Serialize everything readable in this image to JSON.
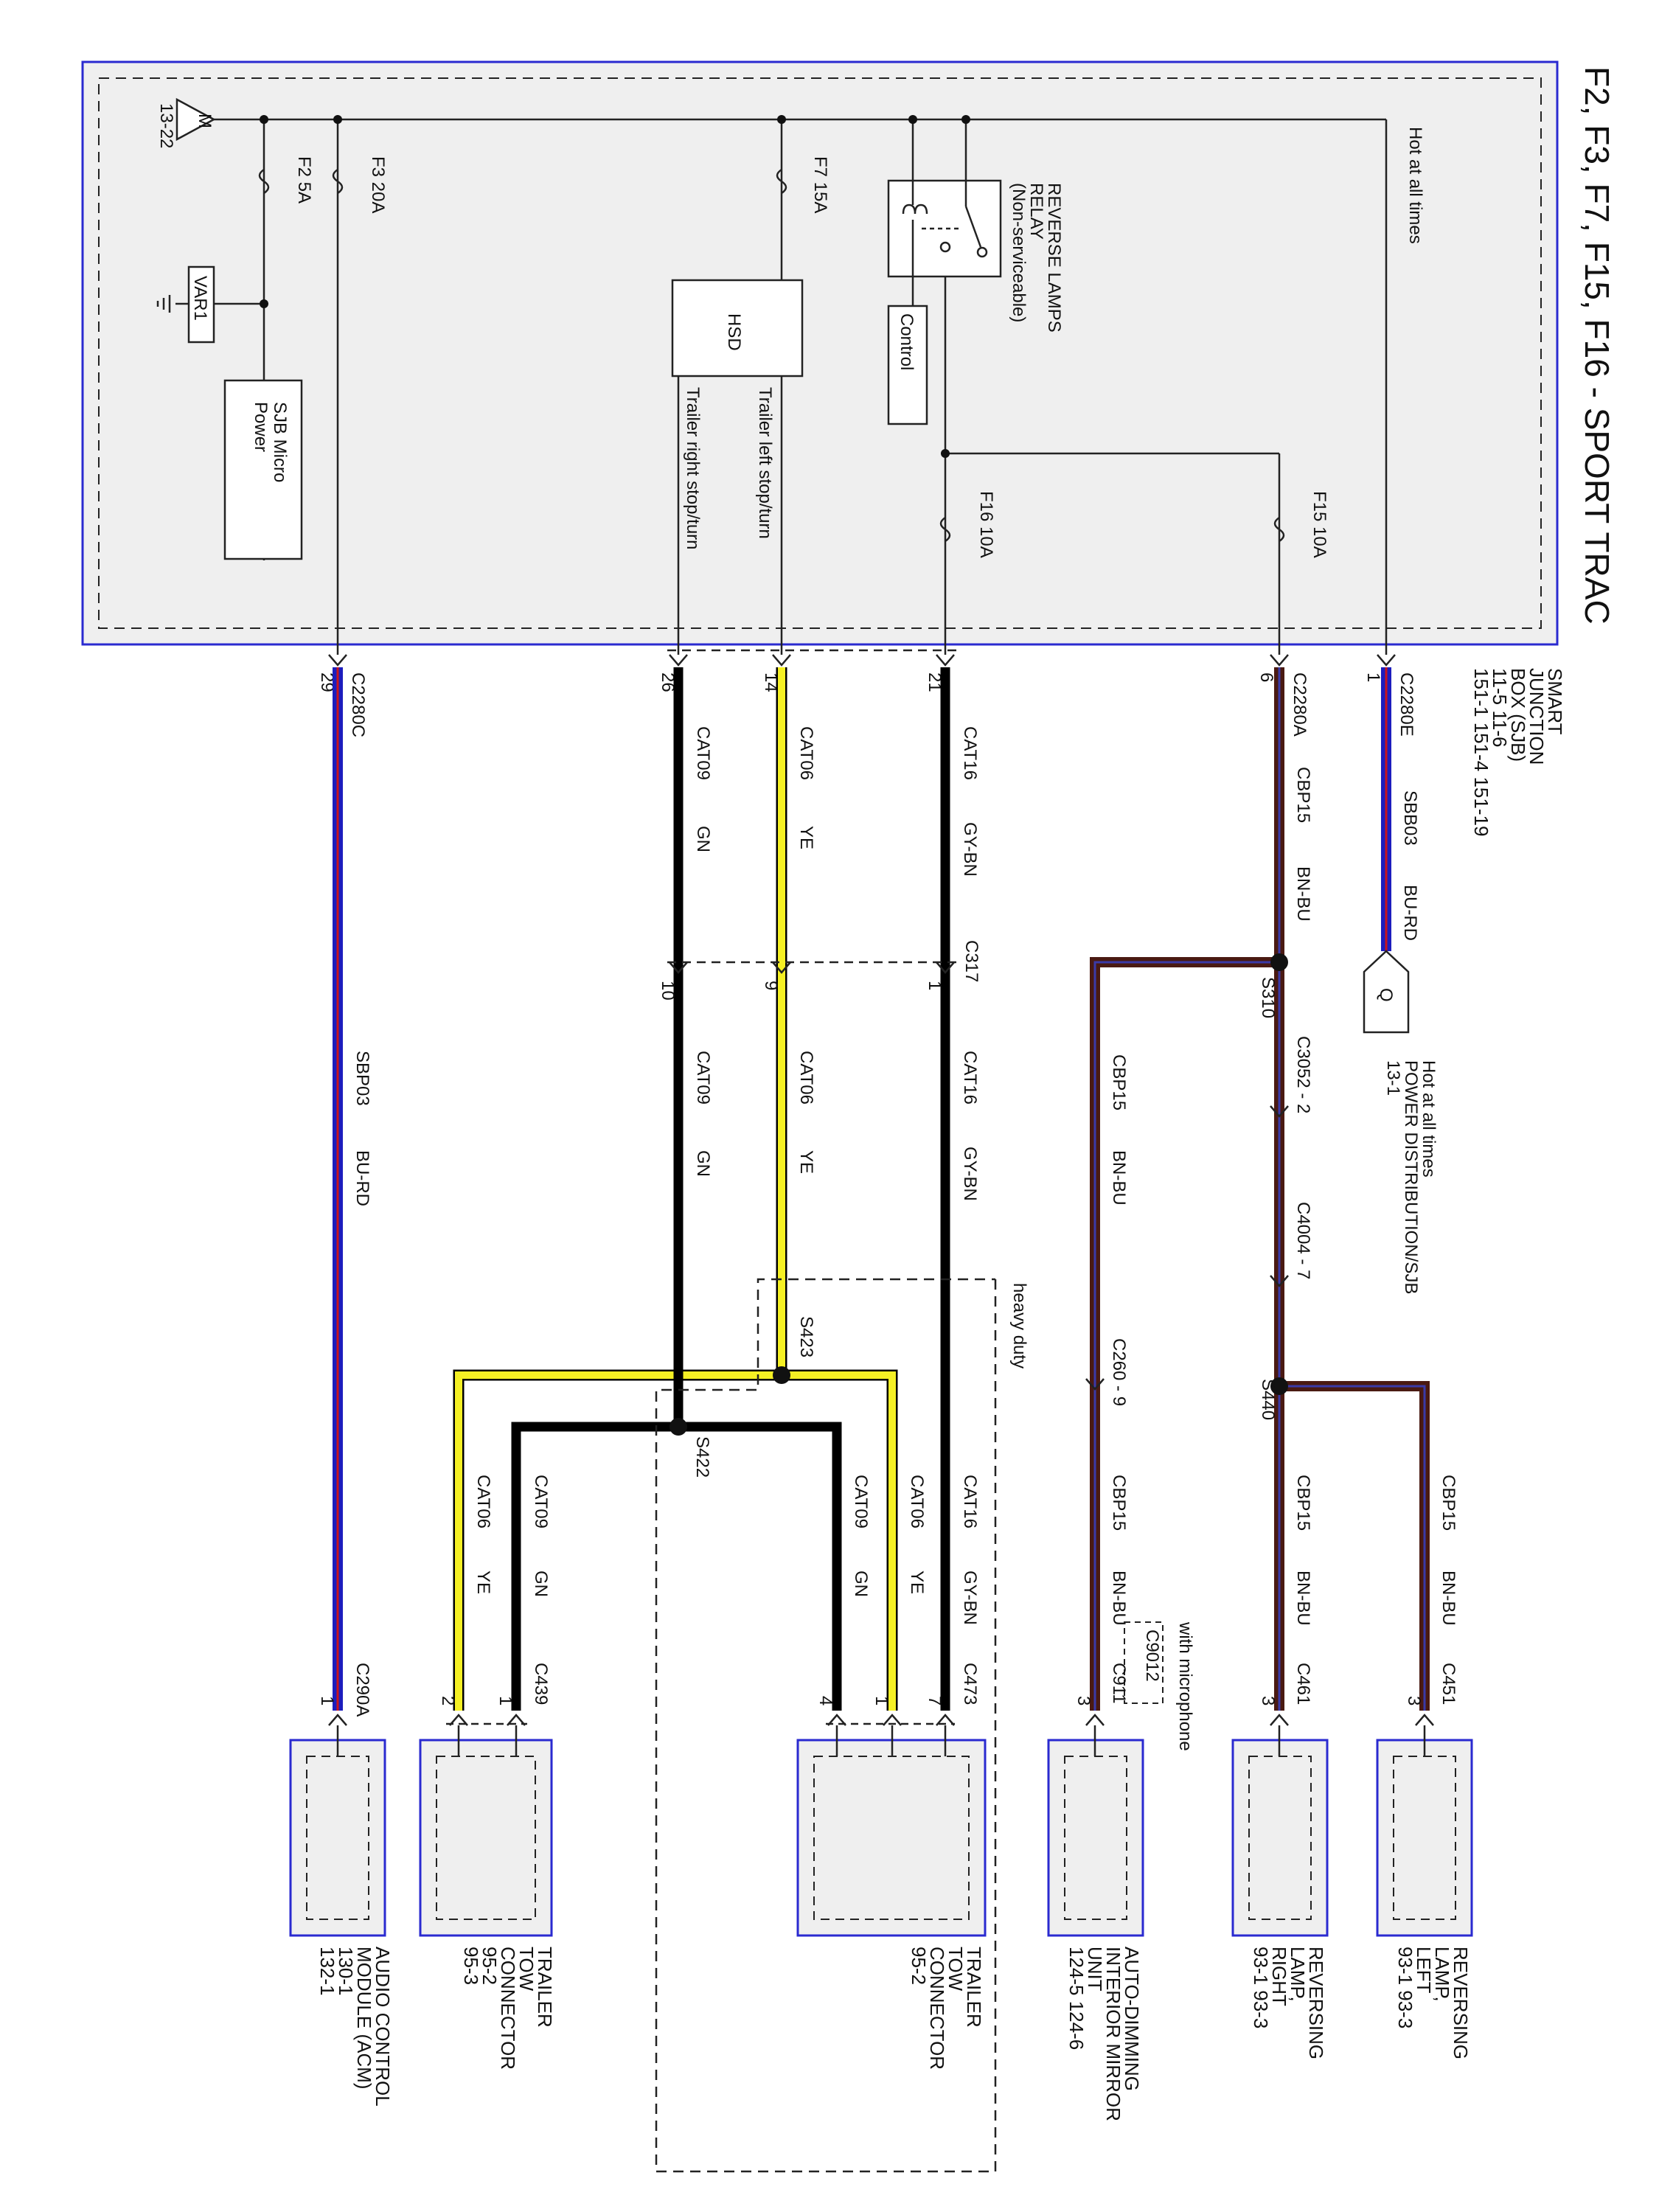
{
  "title": "F2, F3, F7, F15, F16 - SPORT TRAC",
  "sjb": {
    "name_lines": [
      "SMART",
      "JUNCTION",
      "BOX (SJB)"
    ],
    "refs_lines": [
      "11-5      11-6",
      "151-1     151-4     151-19"
    ],
    "hot_at_all_times": "Hot at all times",
    "ground_symbol": "M",
    "ground_ref": "13-22",
    "fuses": {
      "f2": "F2   5A",
      "f3": "F3   20A",
      "f7": "F7   15A",
      "f15": "F15   10A",
      "f16": "F16   10A"
    },
    "var1": "VAR1",
    "sjb_micro_power_lines": [
      "SJB Micro",
      "Power"
    ],
    "hsd": "HSD",
    "trailer_left": "Trailer left stop/turn",
    "trailer_right": "Trailer right stop/turn",
    "relay_lines": [
      "REVERSE LAMPS",
      "RELAY",
      "(Non-serviceable)"
    ],
    "control": "Control"
  },
  "connectors": {
    "c2280e": "C2280E",
    "c2280e_pin": "1",
    "c2280a": "C2280A",
    "c2280a_pin": "6",
    "c2280c": "C2280C",
    "c2280c_pin": "29",
    "p21": "21",
    "p14": "14",
    "p26": "26",
    "c317": "C317",
    "c317_p1": "1",
    "c317_p9": "9",
    "c317_p10": "10",
    "c3052": "C3052 - 2",
    "c4004": "C4004 - 7",
    "c260": "C260 - 9",
    "c451": "C451",
    "c451_pin": "3",
    "c461": "C461",
    "c461_pin": "3",
    "c911": "C911",
    "c911_pin": "3",
    "c9012": "C9012",
    "c473": "C473",
    "c473_p7": "7",
    "c473_p1": "1",
    "c473_p4": "4",
    "c439": "C439",
    "c439_p1": "1",
    "c439_p2": "2",
    "c290a": "C290A",
    "c290a_pin": "1"
  },
  "splices": {
    "s310": "S310",
    "s440": "S440",
    "s423": "S423",
    "s422": "S422"
  },
  "wires": {
    "sbb03": [
      "SBB03",
      "BU-RD"
    ],
    "cbp15": [
      "CBP15",
      "BN-BU"
    ],
    "cat16": [
      "CAT16",
      "GY-BN"
    ],
    "cat06": [
      "CAT06",
      "YE"
    ],
    "cat09": [
      "CAT09",
      "GN"
    ],
    "sbp03": [
      "SBP03",
      "BU-RD"
    ]
  },
  "pdb": {
    "symbol": "Q",
    "lines": [
      "Hot at all times",
      "POWER DISTRIBUTION/SJB",
      "13-1"
    ]
  },
  "notes": {
    "heavy_duty": "heavy duty",
    "with_microphone": "with microphone"
  },
  "components": {
    "rev_left": {
      "lines": [
        "REVERSING",
        "LAMP,",
        "LEFT",
        "93-1    93-3"
      ]
    },
    "rev_right": {
      "lines": [
        "REVERSING",
        "LAMP,",
        "RIGHT",
        "93-1    93-3"
      ]
    },
    "mirror": {
      "lines": [
        "AUTO-DIMMING",
        "INTERIOR MIRROR",
        "UNIT",
        "124-5    124-6"
      ]
    },
    "tow_hd": {
      "lines": [
        "TRAILER",
        "TOW",
        "CONNECTOR",
        "95-2"
      ]
    },
    "tow": {
      "lines": [
        "TRAILER",
        "TOW",
        "CONNECTOR",
        "95-2",
        "95-3"
      ]
    },
    "acm": {
      "lines": [
        "AUDIO CONTROL",
        "MODULE (ACM)",
        "130-1",
        "132-1"
      ]
    }
  },
  "colors": {
    "blue": "#1d1dbd",
    "red": "#c8141e",
    "brown": "#4a1a12",
    "black": "#000000",
    "yellow": "#f5f024",
    "gray_fill": "#efefef",
    "border_blue": "#2a2ad0"
  }
}
